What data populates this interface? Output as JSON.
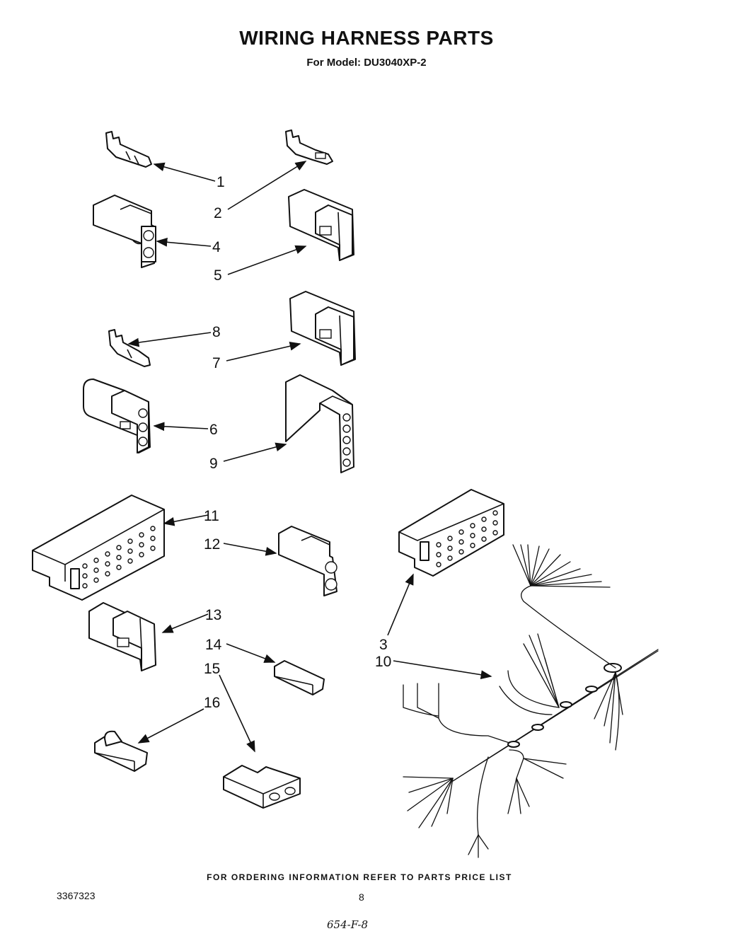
{
  "title": "WIRING HARNESS PARTS",
  "subtitle": "For Model: DU3040XP-2",
  "footer_note": "FOR ORDERING INFORMATION REFER TO PARTS PRICE LIST",
  "doc_number": "3367323",
  "page_number": "8",
  "handwritten_note": "654-F-8",
  "callouts": {
    "c1": "1",
    "c2": "2",
    "c3": "3",
    "c4": "4",
    "c5": "5",
    "c6": "6",
    "c7": "7",
    "c8": "8",
    "c9": "9",
    "c10": "10",
    "c11": "11",
    "c12": "12",
    "c13": "13",
    "c14": "14",
    "c15": "15",
    "c16": "16"
  }
}
